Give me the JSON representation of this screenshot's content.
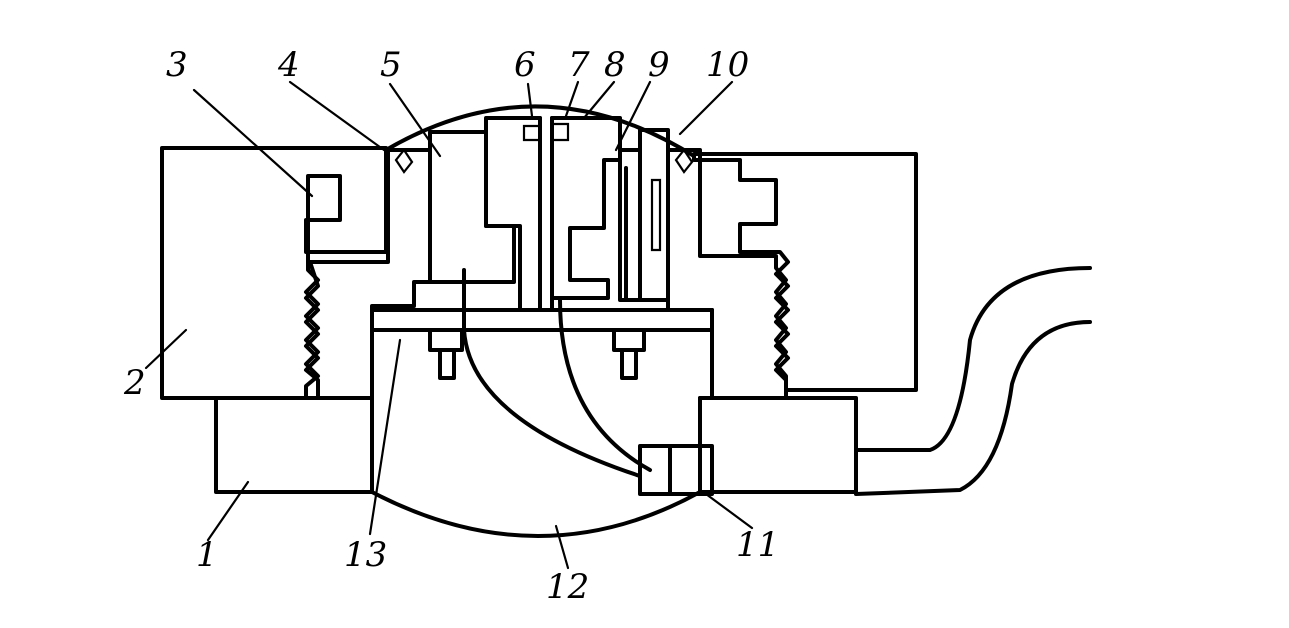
{
  "figure": {
    "part_labels": [
      "1",
      "2",
      "3",
      "4",
      "5",
      "6",
      "7",
      "8",
      "9",
      "10",
      "11",
      "12",
      "13"
    ]
  }
}
